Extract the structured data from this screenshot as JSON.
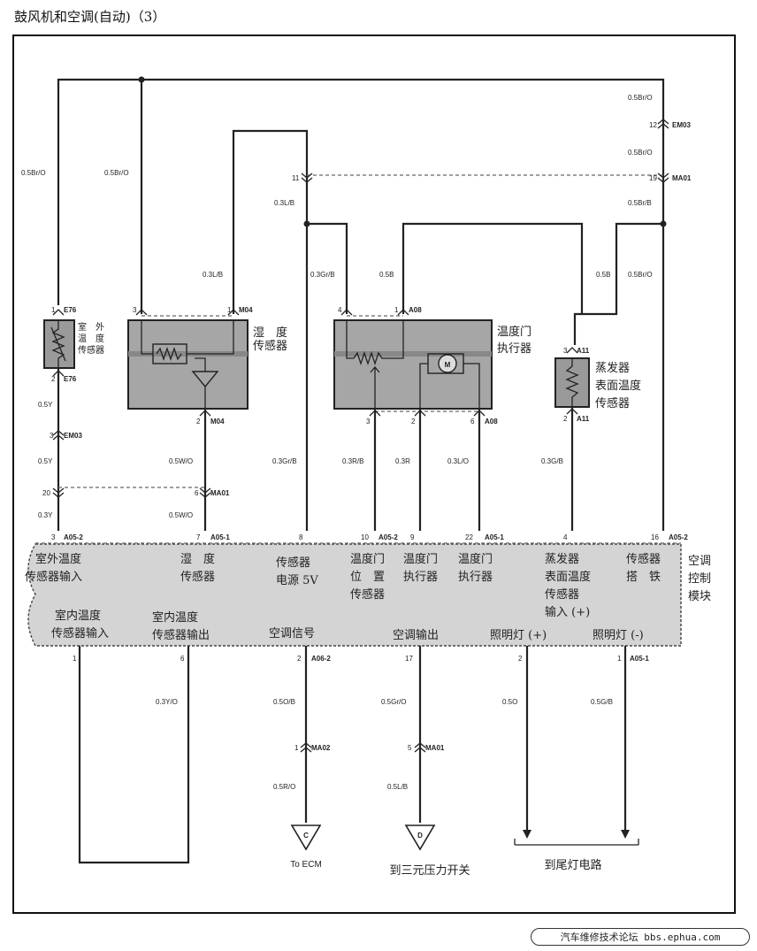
{
  "title": "鼓风机和空调(自动)（3）",
  "footer": "汽车维修技术论坛 bbs.ephua.com",
  "wires": {
    "w_left": "0.5Br/O",
    "w_second": "0.5Br/O",
    "w_right_top": "0.5Br/O",
    "w_right_mid": "0.5Br/O",
    "w_right_lower": "0.5Br/B",
    "w_0_3LB_top": "0.3L/B",
    "w_0_3LB_hum": "0.3L/B",
    "w_0_3GrB": "0.3Gr/B",
    "w_0_5B_door": "0.5B",
    "w_0_5B_evap": "0.5B",
    "w_0_5BrO_right": "0.5Br/O",
    "w_0_5Y_a": "0.5Y",
    "w_0_5Y_b": "0.5Y",
    "w_0_3Y": "0.3Y",
    "w_0_5WO_a": "0.5W/O",
    "w_0_5WO_b": "0.5W/O",
    "w_0_3GrB_mod": "0.3Gr/B",
    "w_0_3RB": "0.3R/B",
    "w_0_3R": "0.3R",
    "w_0_3LO": "0.3L/O",
    "w_0_3GB": "0.3G/B",
    "w_0_3YO": "0.3Y/O",
    "w_0_5OB": "0.5O/B",
    "w_0_5RO": "0.5R/O",
    "w_0_5GrO": "0.5Gr/O",
    "w_0_5LB": "0.5L/B",
    "w_0_5O": "0.5O",
    "w_0_5GB": "0.5G/B"
  },
  "connectors": {
    "em03_top": "EM03",
    "ma01_top": "MA01",
    "e76_1": "E76",
    "e76_2": "E76",
    "m04_1": "M04",
    "m04_2": "M04",
    "em03_left": "EM03",
    "ma01_left": "MA01",
    "a08_1": "A08",
    "a08_6": "A08",
    "a11_3": "A11",
    "a11_2": "A11",
    "a05_2_left": "A05-2",
    "a05_1_hum": "A05-1",
    "a05_2_door": "A05-2",
    "a05_1_22": "A05-1",
    "a05_2_16": "A05-2",
    "a06_2": "A06-2",
    "ma02": "MA02",
    "ma01_bottom": "MA01",
    "a05_1_bottom": "A05-1"
  },
  "pins": {
    "p12": "12",
    "p11": "11",
    "p19": "19",
    "p1_e76": "1",
    "p2_e76": "2",
    "p3_hum": "3",
    "p1_hum": "1",
    "p2_hum": "2",
    "p3_em03": "3",
    "p20": "20",
    "p6": "6",
    "p4_door": "4",
    "p1_door": "1",
    "p3_door": "3",
    "p2_door": "2",
    "p6_door": "6",
    "p3_evap": "3",
    "p2_evap": "2",
    "m3": "3",
    "m7": "7",
    "m8": "8",
    "m10": "10",
    "m9": "9",
    "m22": "22",
    "m4": "4",
    "m16": "16",
    "b1": "1",
    "b6": "6",
    "b2": "2",
    "b17": "17",
    "b2b": "2",
    "b1b": "1",
    "p1_ma02": "1",
    "p5_ma01": "5"
  },
  "components": {
    "outside_sensor": [
      "室　外",
      "温　度",
      "传感器"
    ],
    "humidity_sensor": [
      "湿　度",
      "传感器"
    ],
    "temp_door": [
      "温度门",
      "执行器"
    ],
    "evap_sensor": [
      "蒸发器",
      "表面温度",
      "传感器"
    ],
    "motor": "M"
  },
  "module": {
    "label": [
      "空调",
      "控制",
      "模块"
    ],
    "top": {
      "outside_input": [
        "室外温度",
        "传感器输入"
      ],
      "humidity": [
        "湿　度",
        "传感器"
      ],
      "power": [
        "传感器",
        "电源 5V"
      ],
      "door_pos": [
        "温度门",
        "位　置",
        "传感器"
      ],
      "door_act1": [
        "温度门",
        "执行器"
      ],
      "door_act2": [
        "温度门",
        "执行器"
      ],
      "evap_input": [
        "蒸发器",
        "表面温度",
        "传感器",
        "输入 (+)"
      ],
      "ground": [
        "传感器",
        "搭　铁"
      ]
    },
    "bottom": {
      "inside_input": [
        "室内温度",
        "传感器输入"
      ],
      "inside_output": [
        "室内温度",
        "传感器输出"
      ],
      "ac_signal": "空调信号",
      "ac_output": "空调输出",
      "light_plus": "照明灯 (+)",
      "light_minus": "照明灯 (-)"
    }
  },
  "destinations": {
    "c_letter": "C",
    "d_letter": "D",
    "to_ecm": "To ECM",
    "to_pressure": "到三元压力开关",
    "to_taillight": "到尾灯电路"
  }
}
